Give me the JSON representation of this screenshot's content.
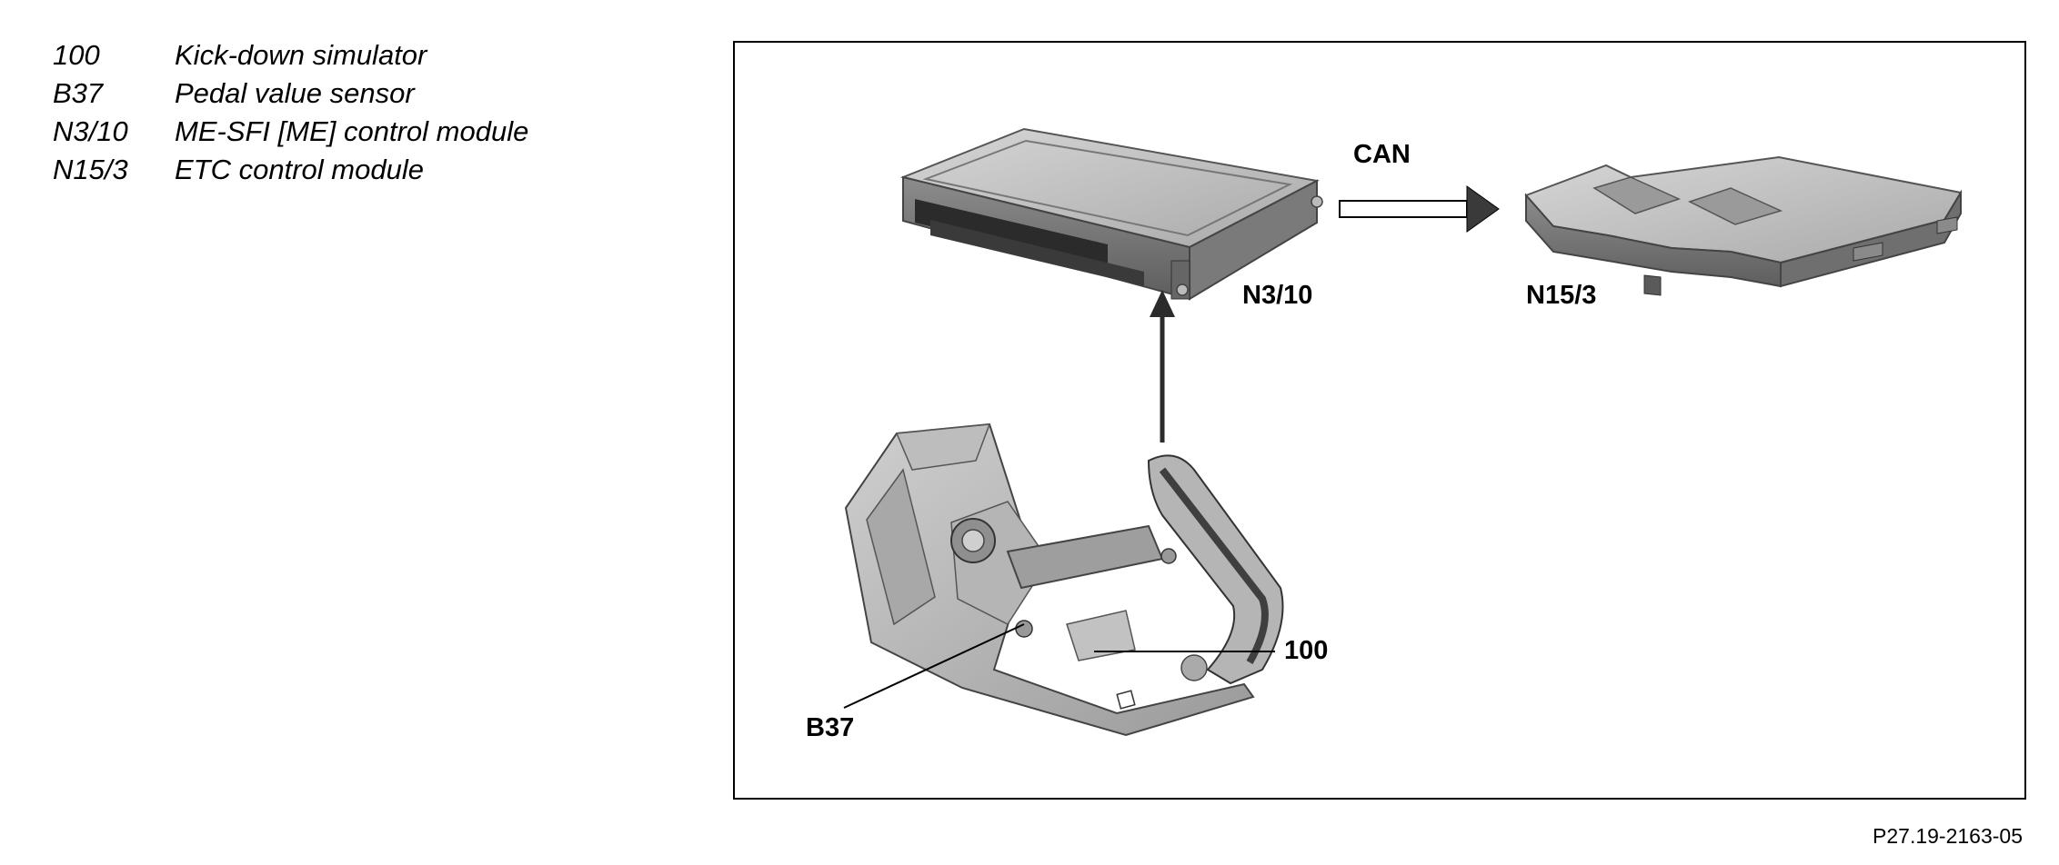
{
  "legend": [
    {
      "code": "100",
      "description": "Kick-down simulator"
    },
    {
      "code": "B37",
      "description": "Pedal value sensor"
    },
    {
      "code": "N3/10",
      "description": "ME-SFI [ME] control module"
    },
    {
      "code": "N15/3",
      "description": "ETC control module"
    }
  ],
  "figure": {
    "can_label": "CAN",
    "n3_10_label": "N3/10",
    "n15_3_label": "N15/3",
    "kickdown_label": "100",
    "b37_label": "B37"
  },
  "reference": "P27.19-2163-05"
}
